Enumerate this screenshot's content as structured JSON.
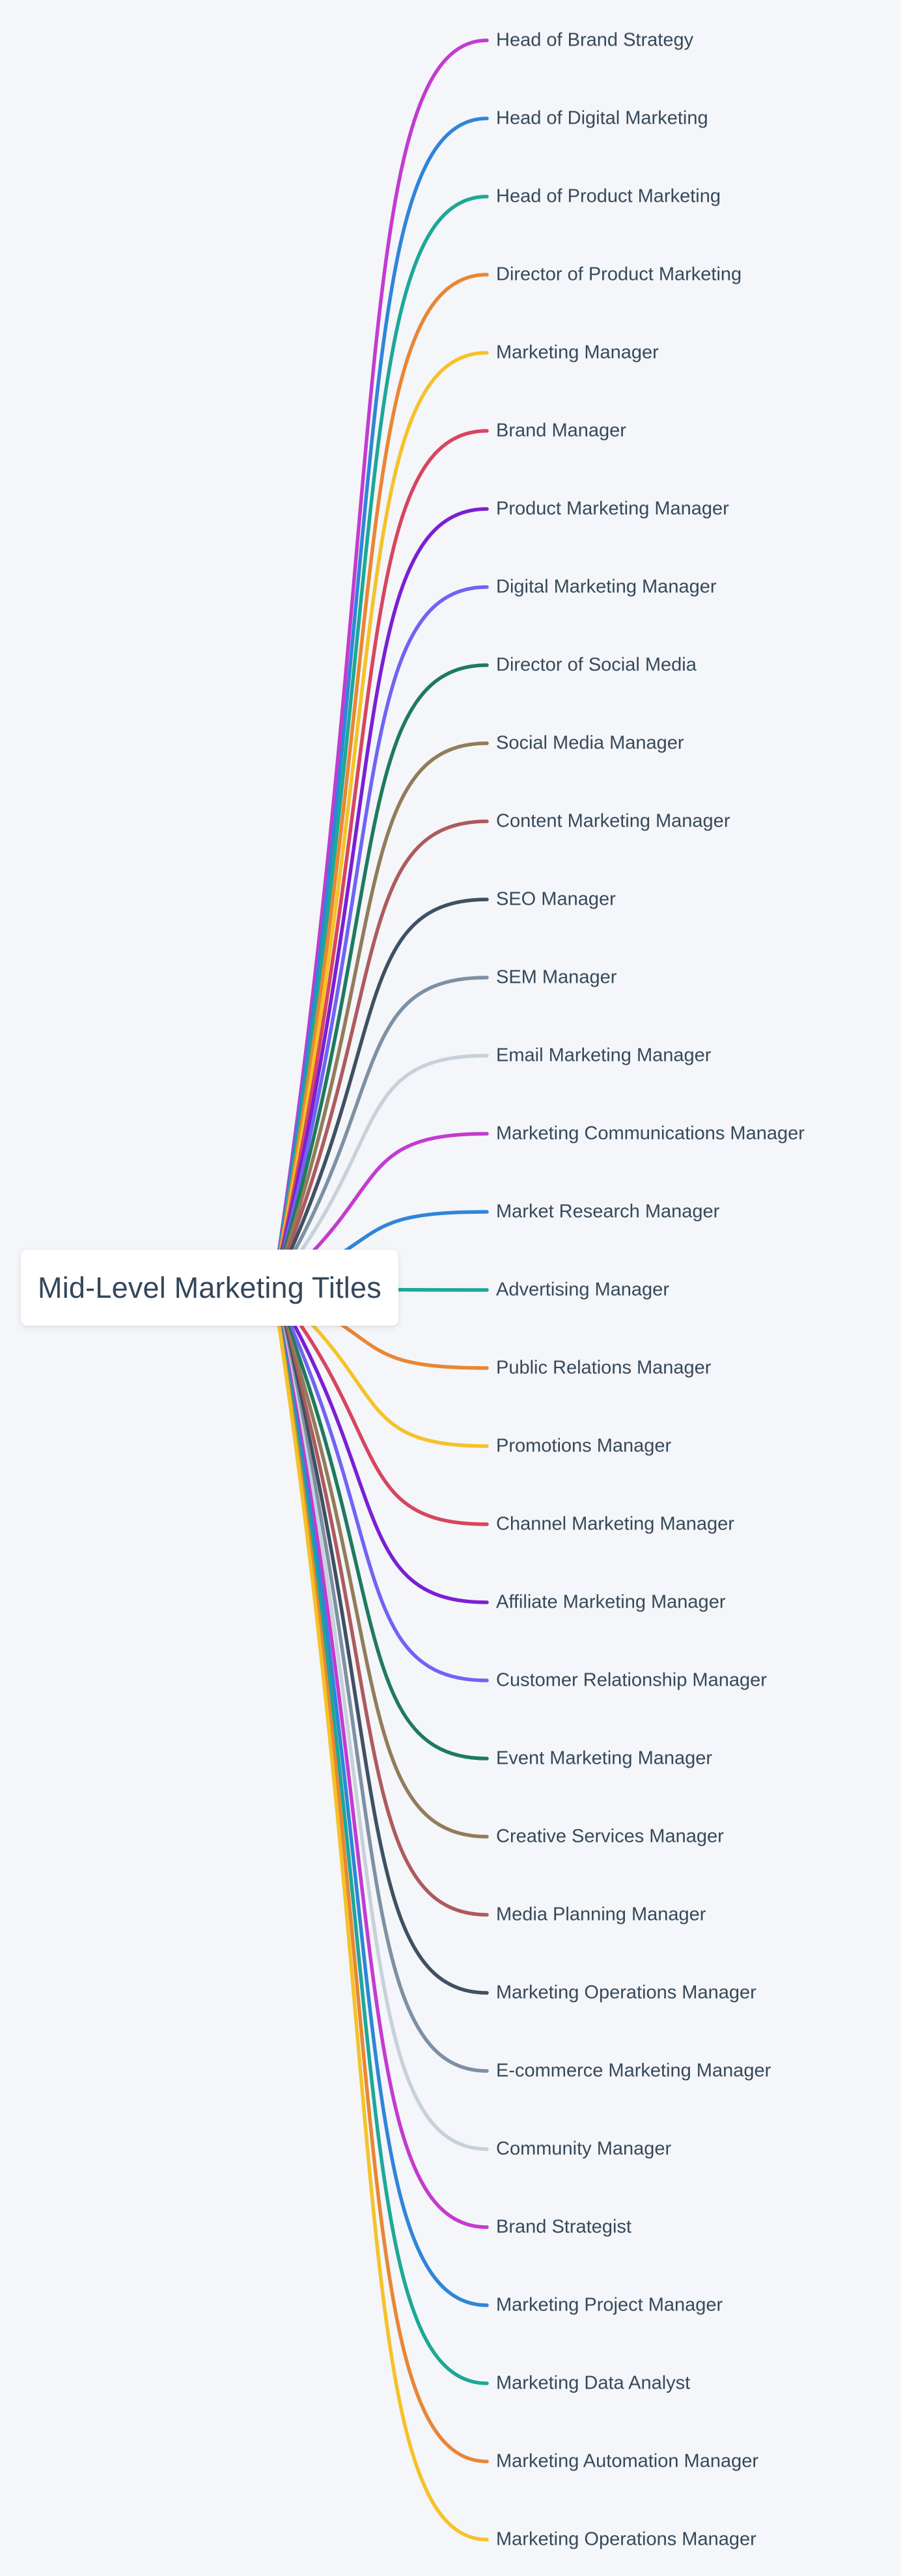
{
  "canvas": {
    "background_color": "#f4f6f9"
  },
  "root_node": {
    "label": "Mid-Level Marketing Titles",
    "background_color": "#ffffff",
    "text_color": "#33475b"
  },
  "branches": [
    {
      "label": "Head of Brand Strategy",
      "color": "#c43ad0"
    },
    {
      "label": "Head of Digital Marketing",
      "color": "#2f85d8"
    },
    {
      "label": "Head of Product Marketing",
      "color": "#1ca897"
    },
    {
      "label": "Director of Product Marketing",
      "color": "#e98633"
    },
    {
      "label": "Marketing Manager",
      "color": "#f5c228"
    },
    {
      "label": "Brand Manager",
      "color": "#d74560"
    },
    {
      "label": "Product Marketing Manager",
      "color": "#7b1fd3"
    },
    {
      "label": "Digital Marketing Manager",
      "color": "#6f64f4"
    },
    {
      "label": "Director of Social Media",
      "color": "#1e7a5e"
    },
    {
      "label": "Social Media Manager",
      "color": "#927c59"
    },
    {
      "label": "Content Marketing Manager",
      "color": "#ae5a5e"
    },
    {
      "label": "SEO Manager",
      "color": "#3f5062"
    },
    {
      "label": "SEM Manager",
      "color": "#7e90a3"
    },
    {
      "label": "Email Marketing Manager",
      "color": "#c7d1d9"
    },
    {
      "label": "Marketing Communications Manager",
      "color": "#c43ad0"
    },
    {
      "label": "Market Research Manager",
      "color": "#2f85d8"
    },
    {
      "label": "Advertising Manager",
      "color": "#1ca897"
    },
    {
      "label": "Public Relations Manager",
      "color": "#e98633"
    },
    {
      "label": "Promotions Manager",
      "color": "#f5c228"
    },
    {
      "label": "Channel Marketing Manager",
      "color": "#d74560"
    },
    {
      "label": "Affiliate Marketing Manager",
      "color": "#7b1fd3"
    },
    {
      "label": "Customer Relationship Manager",
      "color": "#6f64f4"
    },
    {
      "label": "Event Marketing Manager",
      "color": "#1e7a5e"
    },
    {
      "label": "Creative Services Manager",
      "color": "#927c59"
    },
    {
      "label": "Media Planning Manager",
      "color": "#ae5a5e"
    },
    {
      "label": "Marketing Operations Manager",
      "color": "#3f5062"
    },
    {
      "label": "E-commerce Marketing Manager",
      "color": "#7e90a3"
    },
    {
      "label": "Community Manager",
      "color": "#c7d1d9"
    },
    {
      "label": "Brand Strategist",
      "color": "#c43ad0"
    },
    {
      "label": "Marketing Project Manager",
      "color": "#2f85d8"
    },
    {
      "label": "Marketing Data Analyst",
      "color": "#1ca897"
    },
    {
      "label": "Marketing Automation Manager",
      "color": "#e98633"
    },
    {
      "label": "Marketing Operations Manager",
      "color": "#f5c228"
    }
  ]
}
